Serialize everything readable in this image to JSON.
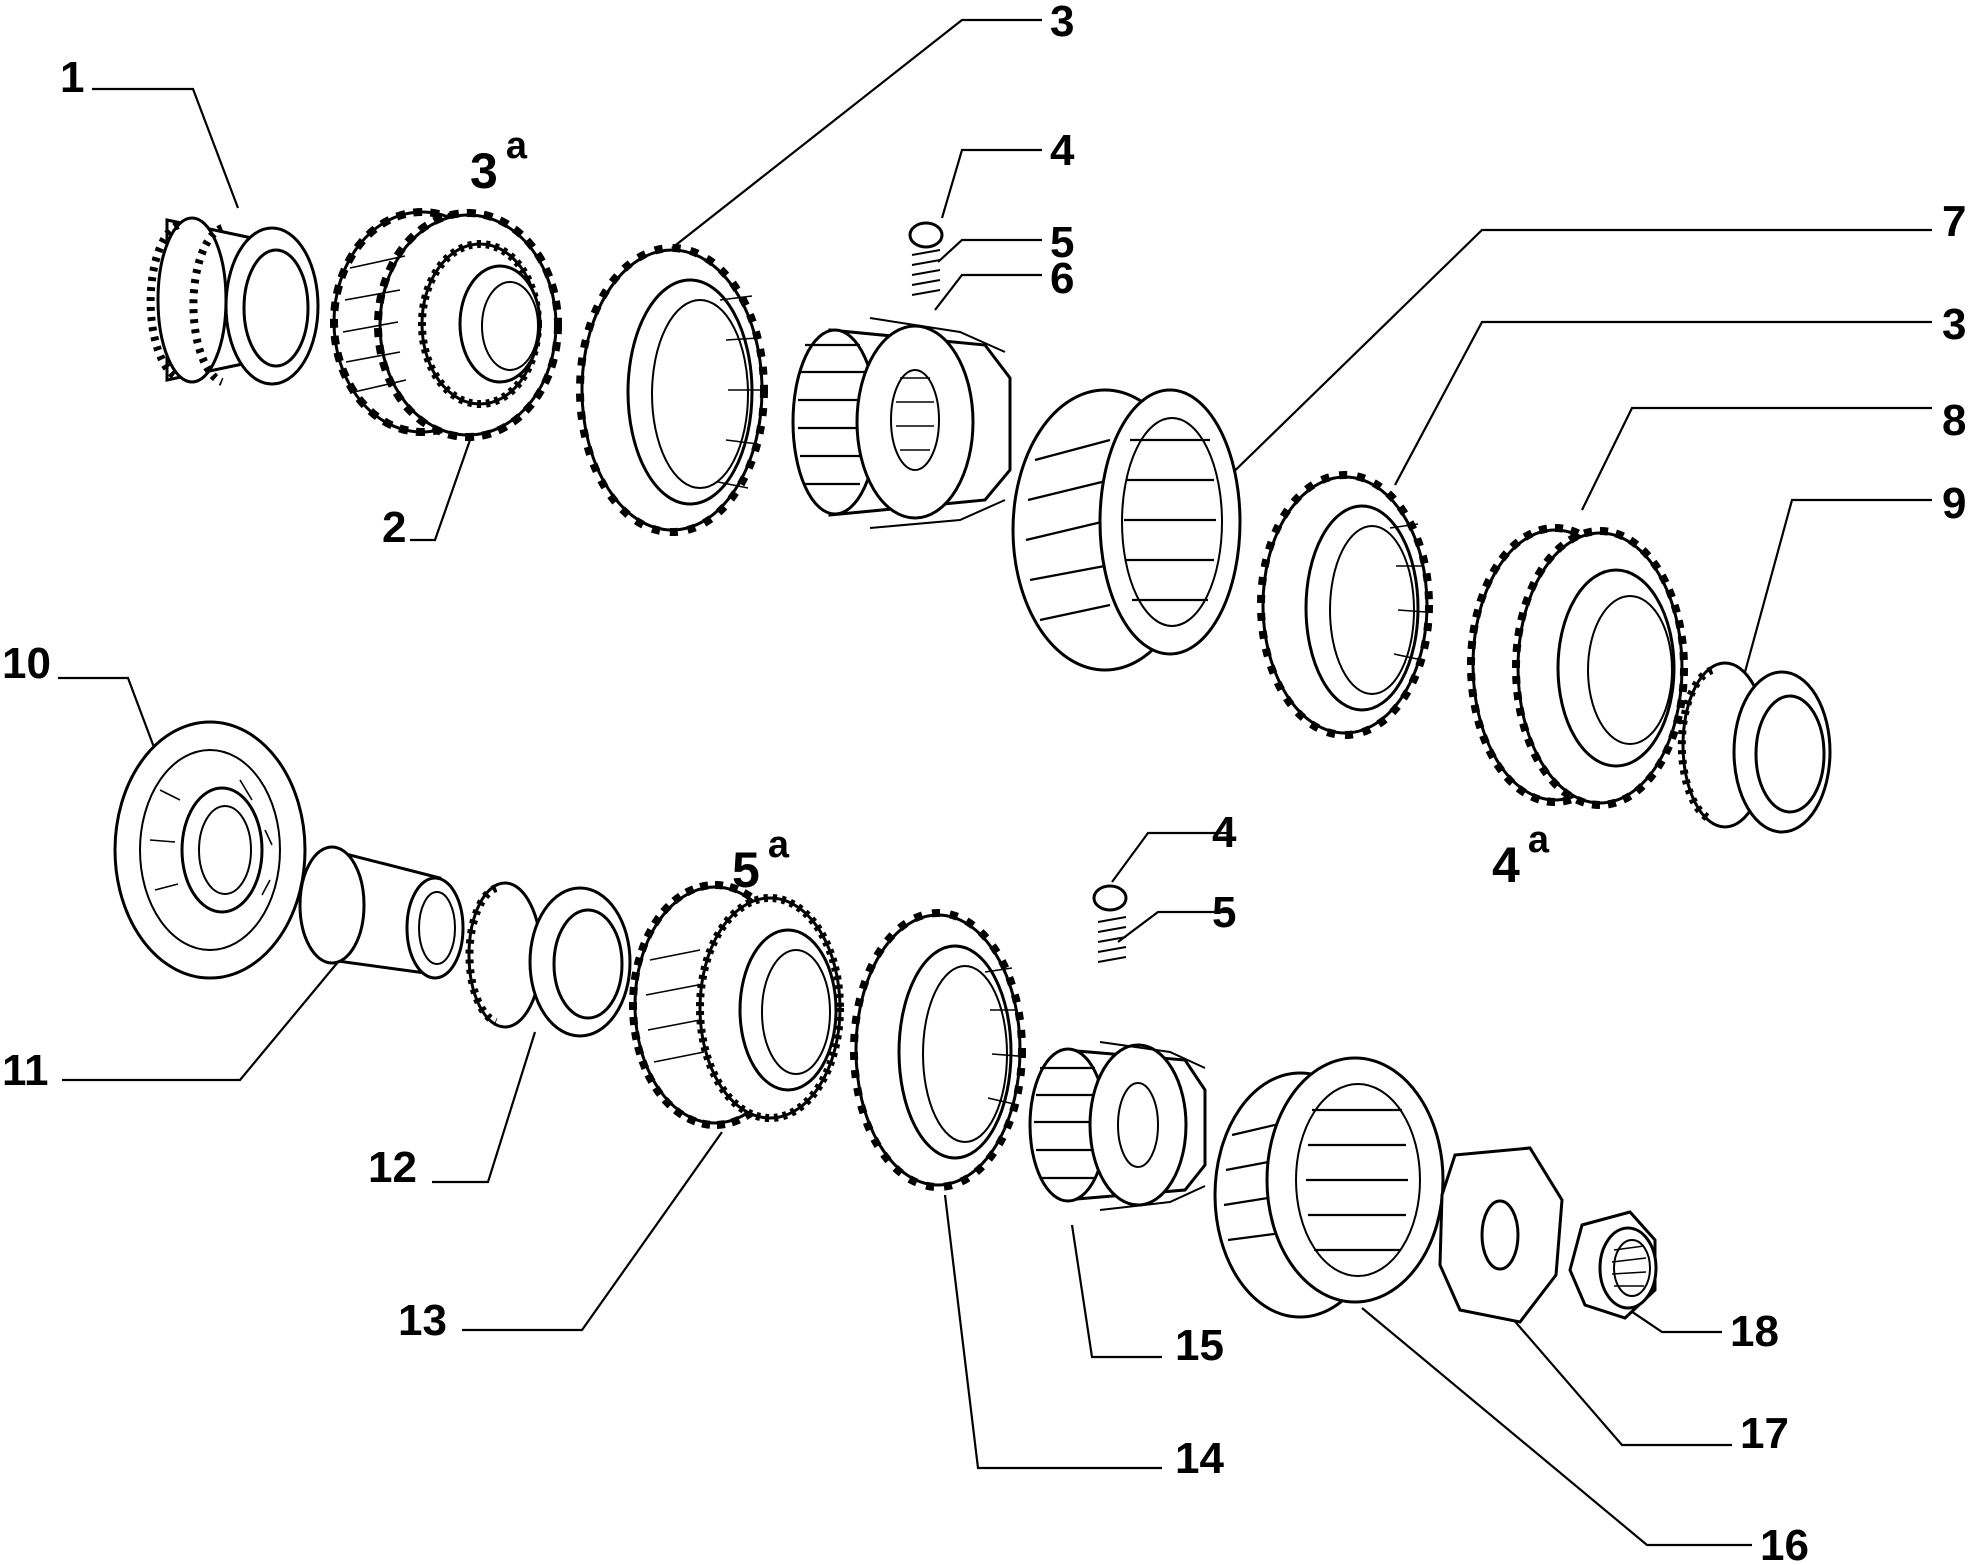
{
  "callouts": {
    "c1": "1",
    "c2": "2",
    "c3_top": "3",
    "c3_mid": "3",
    "c4_top": "4",
    "c4_bot": "4",
    "c5_top": "5",
    "c5_bot": "5",
    "c6": "6",
    "c7": "7",
    "c8": "8",
    "c9": "9",
    "c10": "10",
    "c11": "11",
    "c12": "12",
    "c13": "13",
    "c14": "14",
    "c15": "15",
    "c16": "16",
    "c17": "17",
    "c18": "18"
  },
  "gear_labels": {
    "g3": {
      "num": "3",
      "sup": "a"
    },
    "g4": {
      "num": "4",
      "sup": "a"
    },
    "g5": {
      "num": "5",
      "sup": "a"
    }
  }
}
